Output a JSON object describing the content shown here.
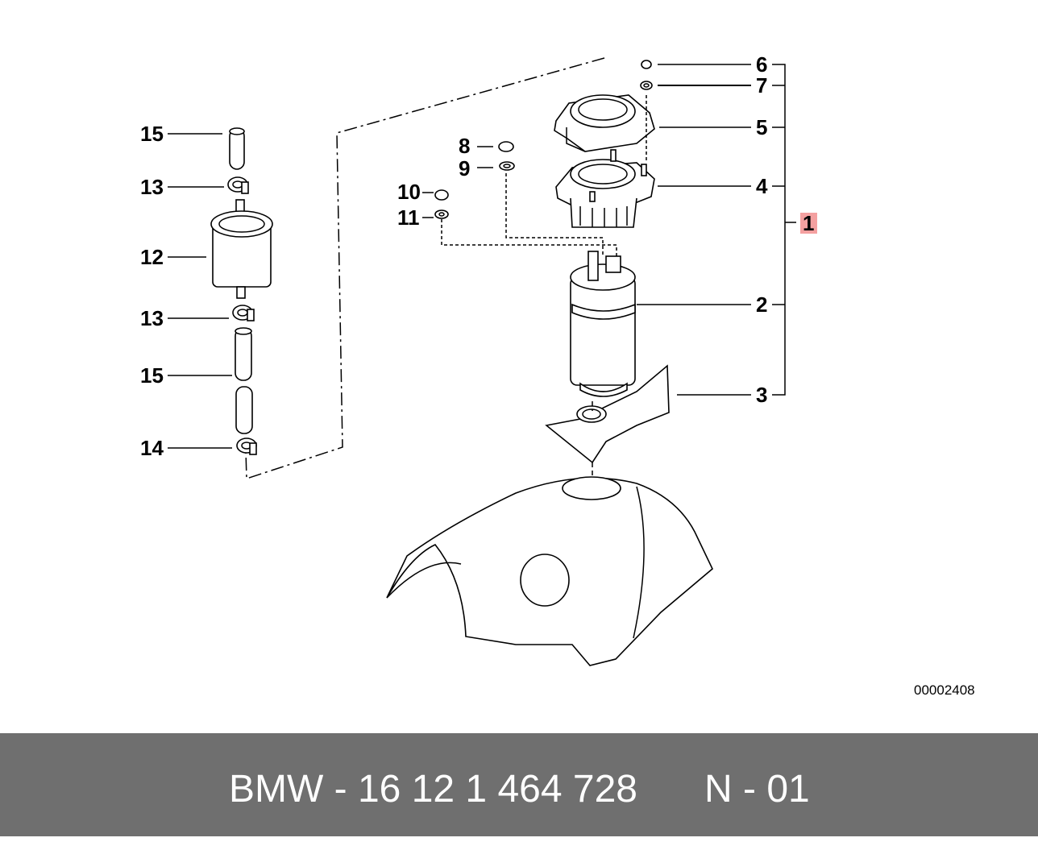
{
  "diagram": {
    "callouts": {
      "p1": "1",
      "p2": "2",
      "p3": "3",
      "p4": "4",
      "p5": "5",
      "p6": "6",
      "p7": "7",
      "p8": "8",
      "p9": "9",
      "p10": "10",
      "p11": "11",
      "p12": "12",
      "p13a": "13",
      "p13b": "13",
      "p14": "14",
      "p15a": "15",
      "p15b": "15"
    },
    "highlight_color": "#f4a0a0",
    "reference_code": "00002408"
  },
  "footer": {
    "part_number": "BMW - 16 12 1 464 728",
    "position": "N - 01",
    "background_color": "#6f6f6f"
  }
}
